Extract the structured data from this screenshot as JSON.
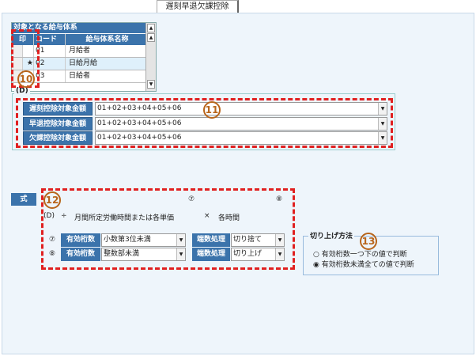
{
  "tab": "遅刻早退欠課控除",
  "grid": {
    "title": "対象となる給与体系",
    "headers": [
      "印",
      "コード",
      "給与体系名称"
    ],
    "rows": [
      {
        "mark": "",
        "code": "01",
        "name": "月給者"
      },
      {
        "mark": "★",
        "code": "02",
        "name": "日給月給"
      },
      {
        "mark": "",
        "code": "03",
        "name": "日給者"
      }
    ]
  },
  "d_section": {
    "label": "(D)",
    "rows": [
      {
        "label": "遅刻控除対象金額",
        "value": "01+02+03+04+05+06"
      },
      {
        "label": "早退控除対象金額",
        "value": "01+02+03+04+05+06"
      },
      {
        "label": "欠課控除対象金額",
        "value": "01+02+03+04+05+06"
      }
    ]
  },
  "formula": {
    "button": "式",
    "mark7": "⑦",
    "mark8": "⑧",
    "d": "(D)",
    "div": "÷",
    "divisor": "月間所定労働時間または各単価",
    "times": "×",
    "hours": "各時間",
    "rows": [
      {
        "mark": "⑦",
        "digits_label": "有効桁数",
        "digits": "小数第3位未満",
        "round_label": "端数処理",
        "round": "切り捨て"
      },
      {
        "mark": "⑧",
        "digits_label": "有効桁数",
        "digits": "整数部未満",
        "round_label": "端数処理",
        "round": "切り上げ"
      }
    ]
  },
  "roundup": {
    "title": "切り上げ方法",
    "options": [
      {
        "label": "有効桁数一つ下の値で判断",
        "selected": false
      },
      {
        "label": "有効桁数未満全ての値で判断",
        "selected": true
      }
    ]
  },
  "callouts": [
    "10",
    "11",
    "12",
    "13"
  ]
}
